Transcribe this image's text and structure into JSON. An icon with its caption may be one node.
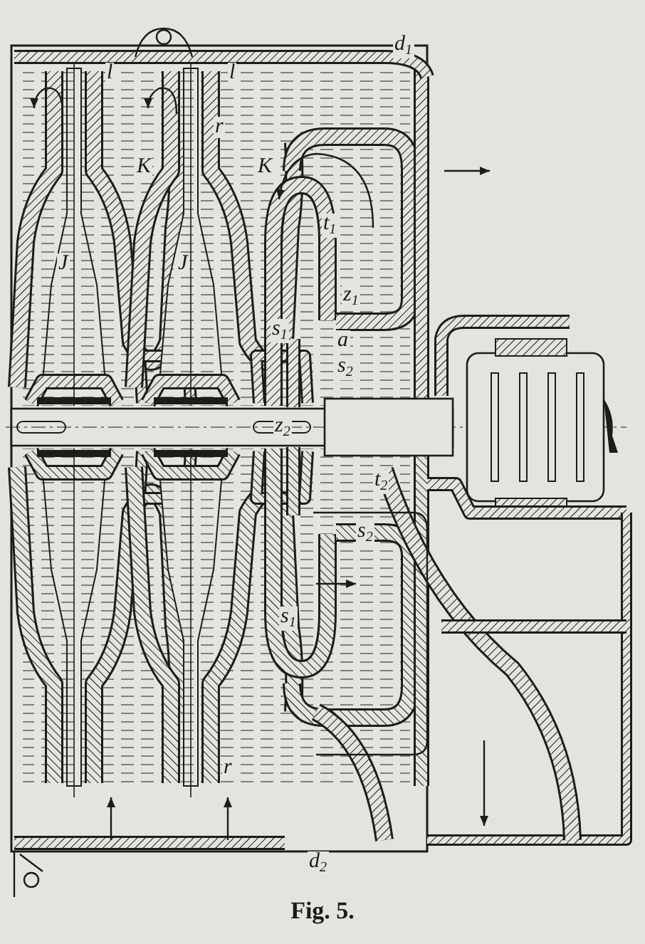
{
  "diagram": {
    "caption": "Fig. 5.",
    "labels": [
      "d$_{1}$",
      "l",
      "l",
      "r",
      "K",
      "K",
      "J",
      "J",
      "t$_{1}$",
      "z$_{1}$",
      "s$_{1}$",
      "a",
      "s$_{2}$",
      "z$_{2}$",
      "t$_{2}$",
      "s$_{2}$",
      "s$_{1}$",
      "r",
      "d$_{2}$"
    ]
  }
}
